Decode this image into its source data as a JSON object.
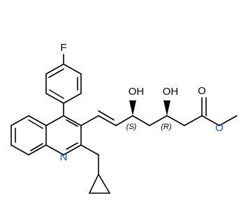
{
  "colors": {
    "bond": "#000000",
    "carbon_text": "#000000",
    "nitrogen": "#1f4fd6",
    "oxygen": "#000000",
    "ester_oxygen": "#1f4fd6"
  },
  "labels": {
    "fluorine": "F",
    "nitrogen": "N",
    "hydroxyl_1": "OH",
    "hydroxyl_2": "OH",
    "carbonyl_oxygen": "O",
    "ester_oxygen": "O",
    "stereo_s": "(S)",
    "stereo_r": "(R)"
  }
}
